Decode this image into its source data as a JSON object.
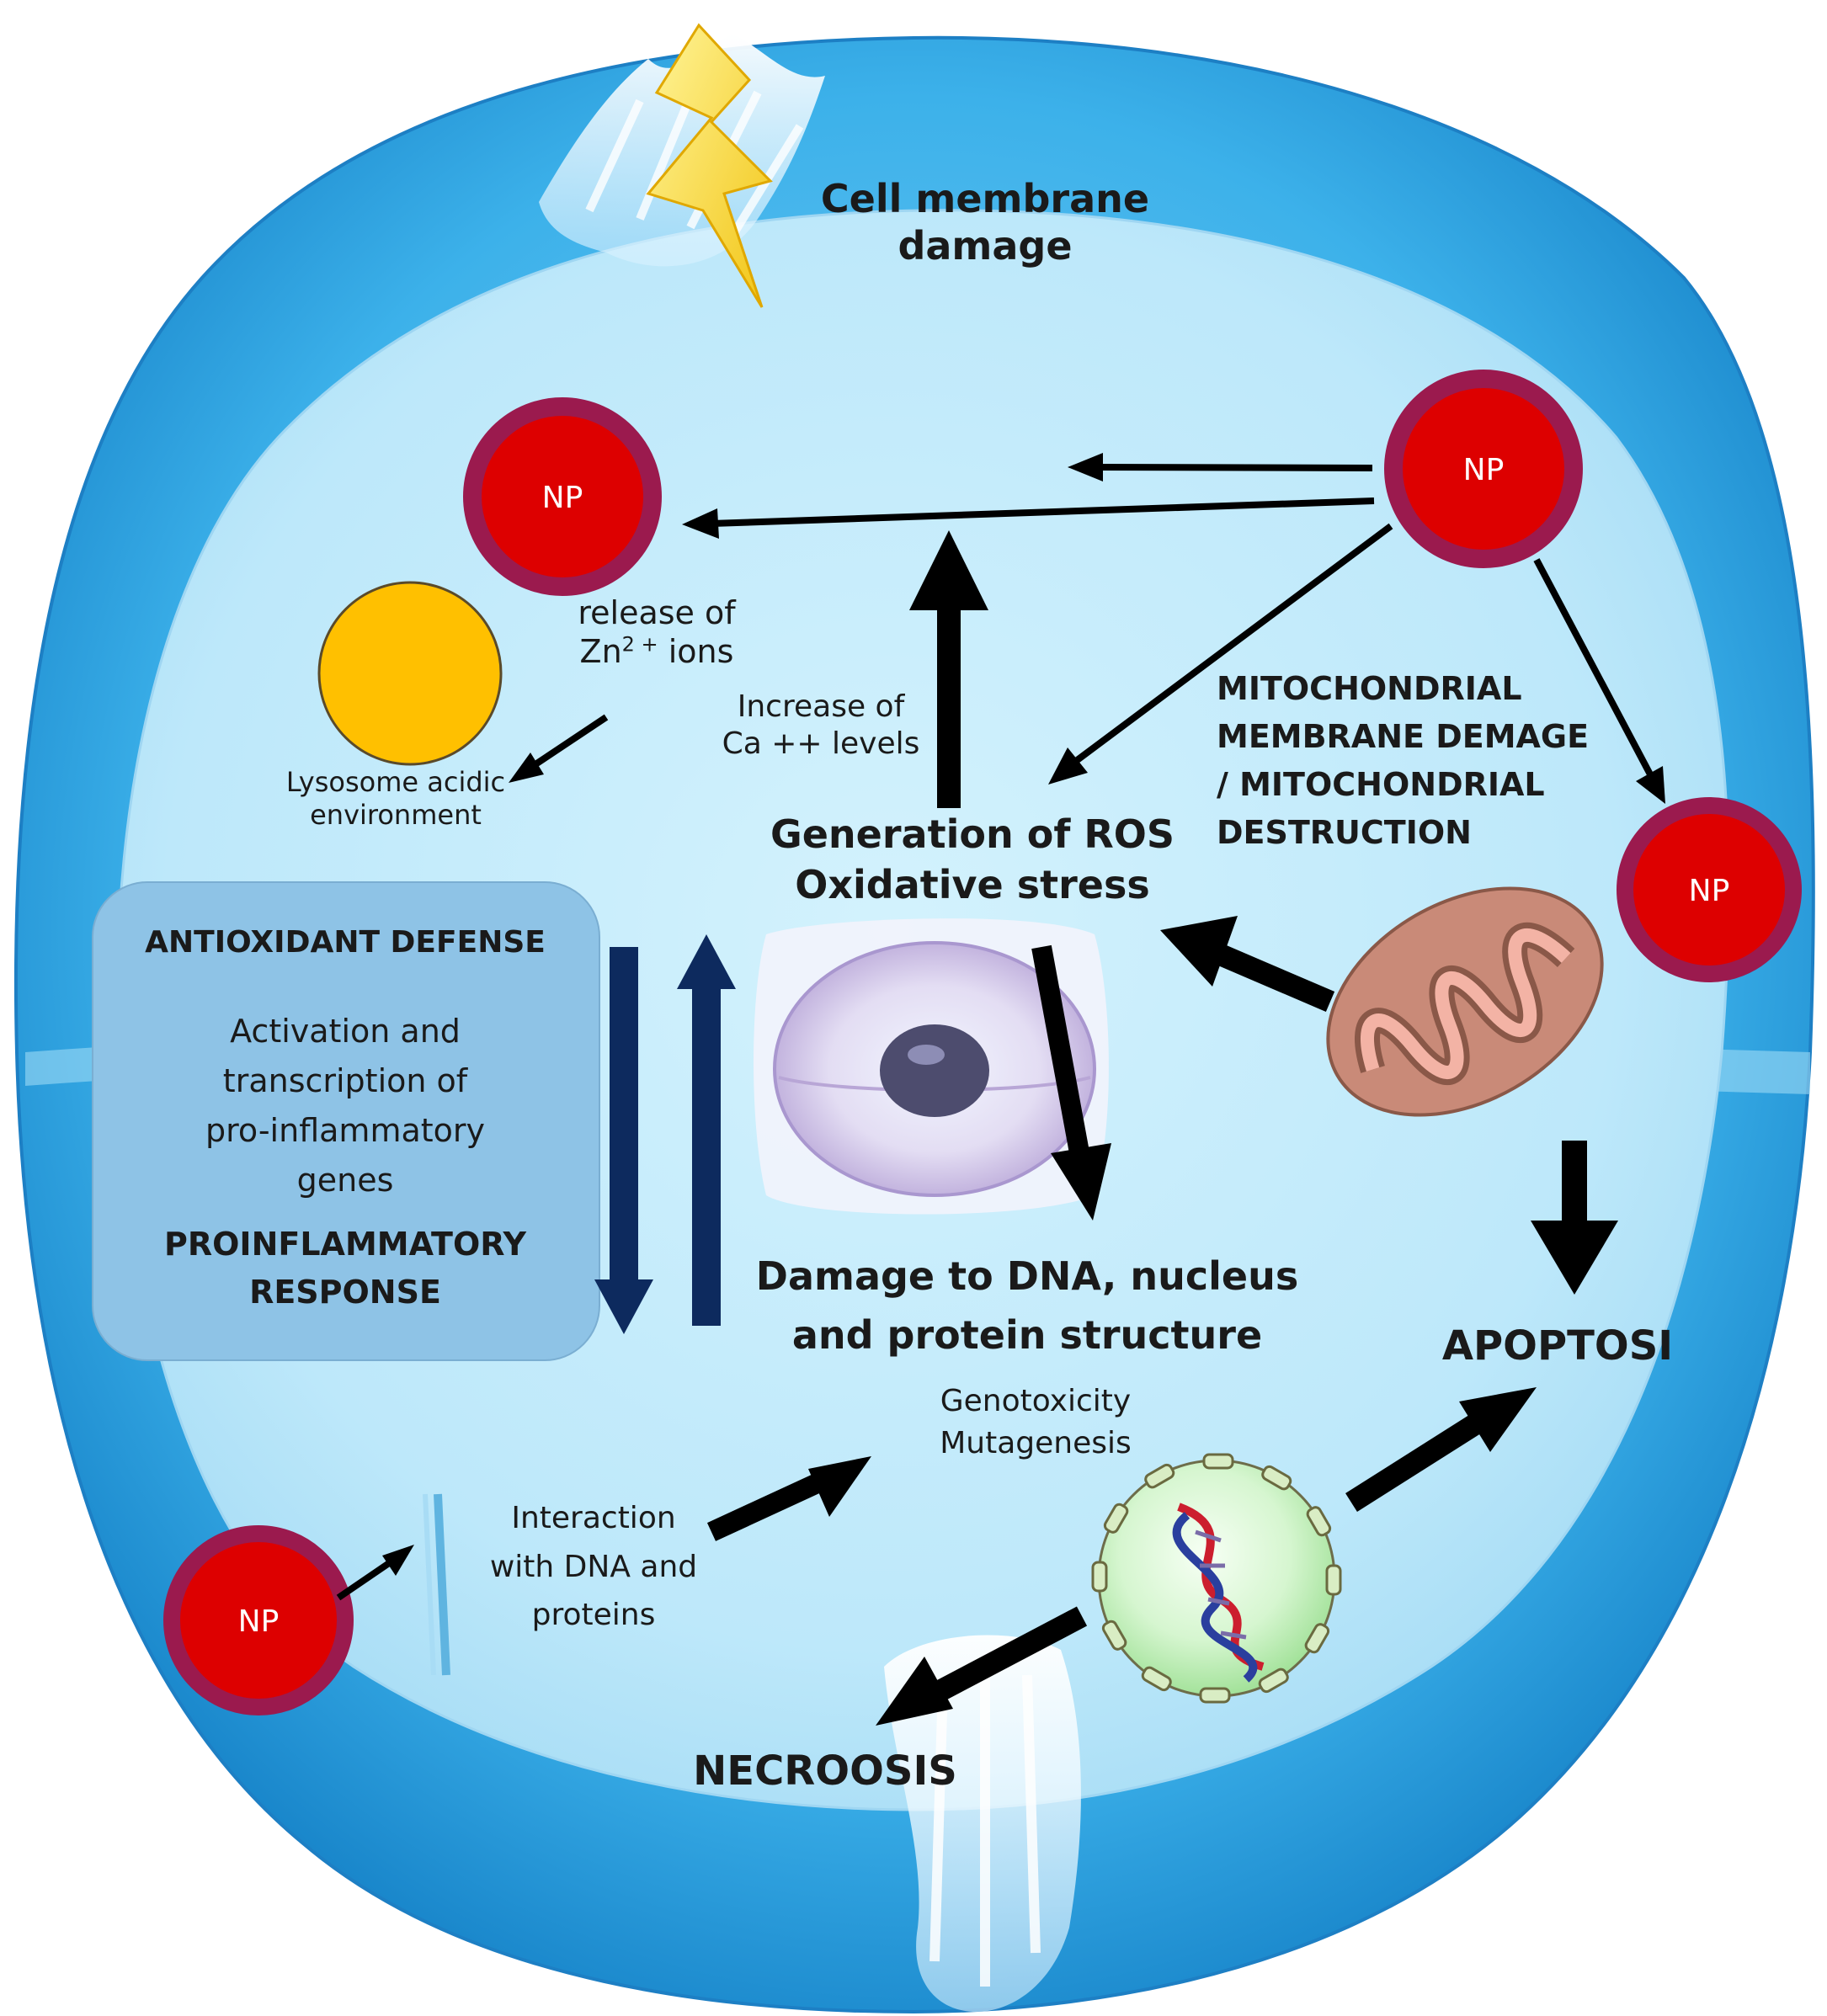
{
  "title": {
    "line1": "Cell membrane",
    "line2": "damage"
  },
  "np_label": "NP",
  "zinc_release": {
    "line1": "release of",
    "line2_prefix": "Zn",
    "line2_sup": "2 +",
    "line2_suffix": " ions"
  },
  "lysosome": {
    "line1": "Lysosome acidic",
    "line2": "environment"
  },
  "calcium": {
    "line1": "Increase of",
    "line2": "Ca ++ levels"
  },
  "mitochondrial_damage": {
    "line1": "MITOCHONDRIAL",
    "line2": "MEMBRANE DEMAGE",
    "line3": "/ MITOCHONDRIAL",
    "line4": "DESTRUCTION"
  },
  "ros": {
    "line1": "Generation of ROS",
    "line2": "Oxidative stress"
  },
  "defense_box": {
    "heading": "ANTIOXIDANT DEFENSE",
    "body_line1": "Activation and",
    "body_line2": "transcription of",
    "body_line3": "pro-inflammatory",
    "body_line4": "genes",
    "footer_line1": "PROINFLAMMATORY",
    "footer_line2": "RESPONSE"
  },
  "dna_damage": {
    "line1": "Damage to DNA, nucleus",
    "line2": "and protein structure"
  },
  "genotoxicity": {
    "line1": "Genotoxicity",
    "line2": "Mutagenesis"
  },
  "apoptosis": "APOPTOSI",
  "interaction": {
    "line1": "Interaction",
    "line2": "with DNA and",
    "line3": "proteins"
  },
  "necrosis": "NECROOSIS",
  "colors": {
    "np_fill": "#dd0000",
    "np_ring": "#9b1a4e",
    "lysosome": "#ffc000",
    "defense_box": "#8ec3e6",
    "arrow_dark_navy": "#0d2a5e",
    "arrow_black": "#000000",
    "cell_inner": "#c2eafb",
    "cell_outer": "#2fa6e3"
  }
}
